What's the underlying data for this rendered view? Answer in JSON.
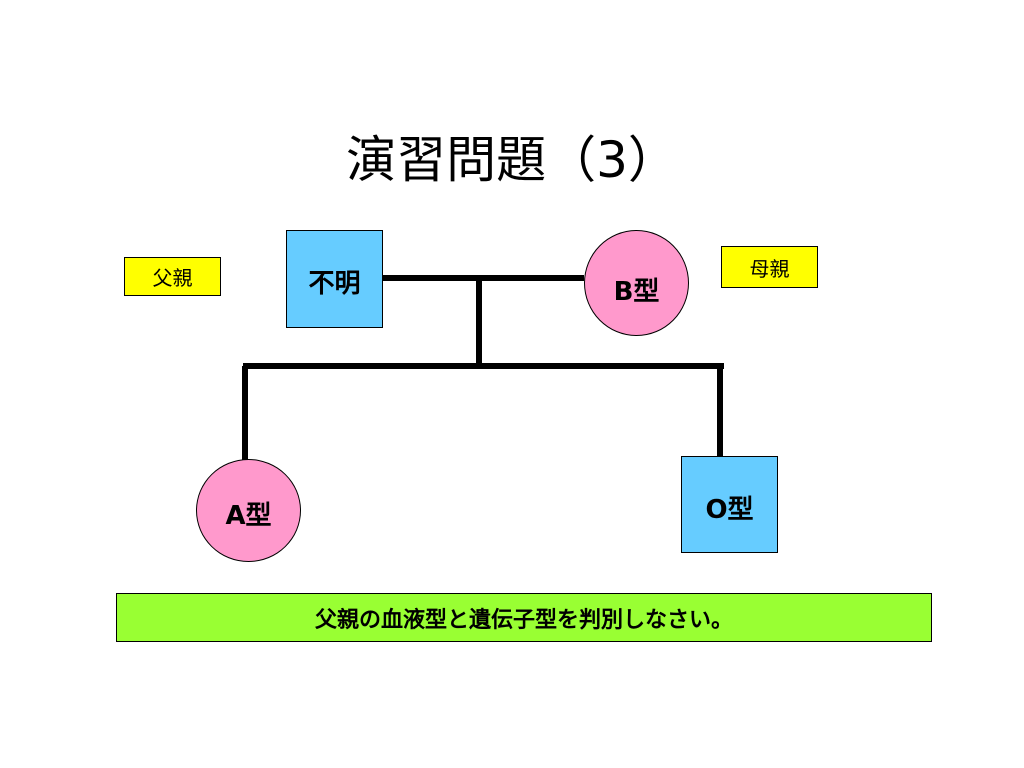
{
  "slide": {
    "title": "演習問題（3）",
    "labels": {
      "father": "父親",
      "mother": "母親"
    },
    "pedigree": {
      "father_node": "不明",
      "mother_node": "B型",
      "child_a": "A型",
      "child_o": "O型"
    },
    "question": "父親の血液型と遺伝子型を判別しなさい。"
  },
  "colors": {
    "male_square": "#66ccff",
    "female_circle": "#ff99cc",
    "label_background": "#ffff00",
    "question_background": "#99ff33"
  }
}
